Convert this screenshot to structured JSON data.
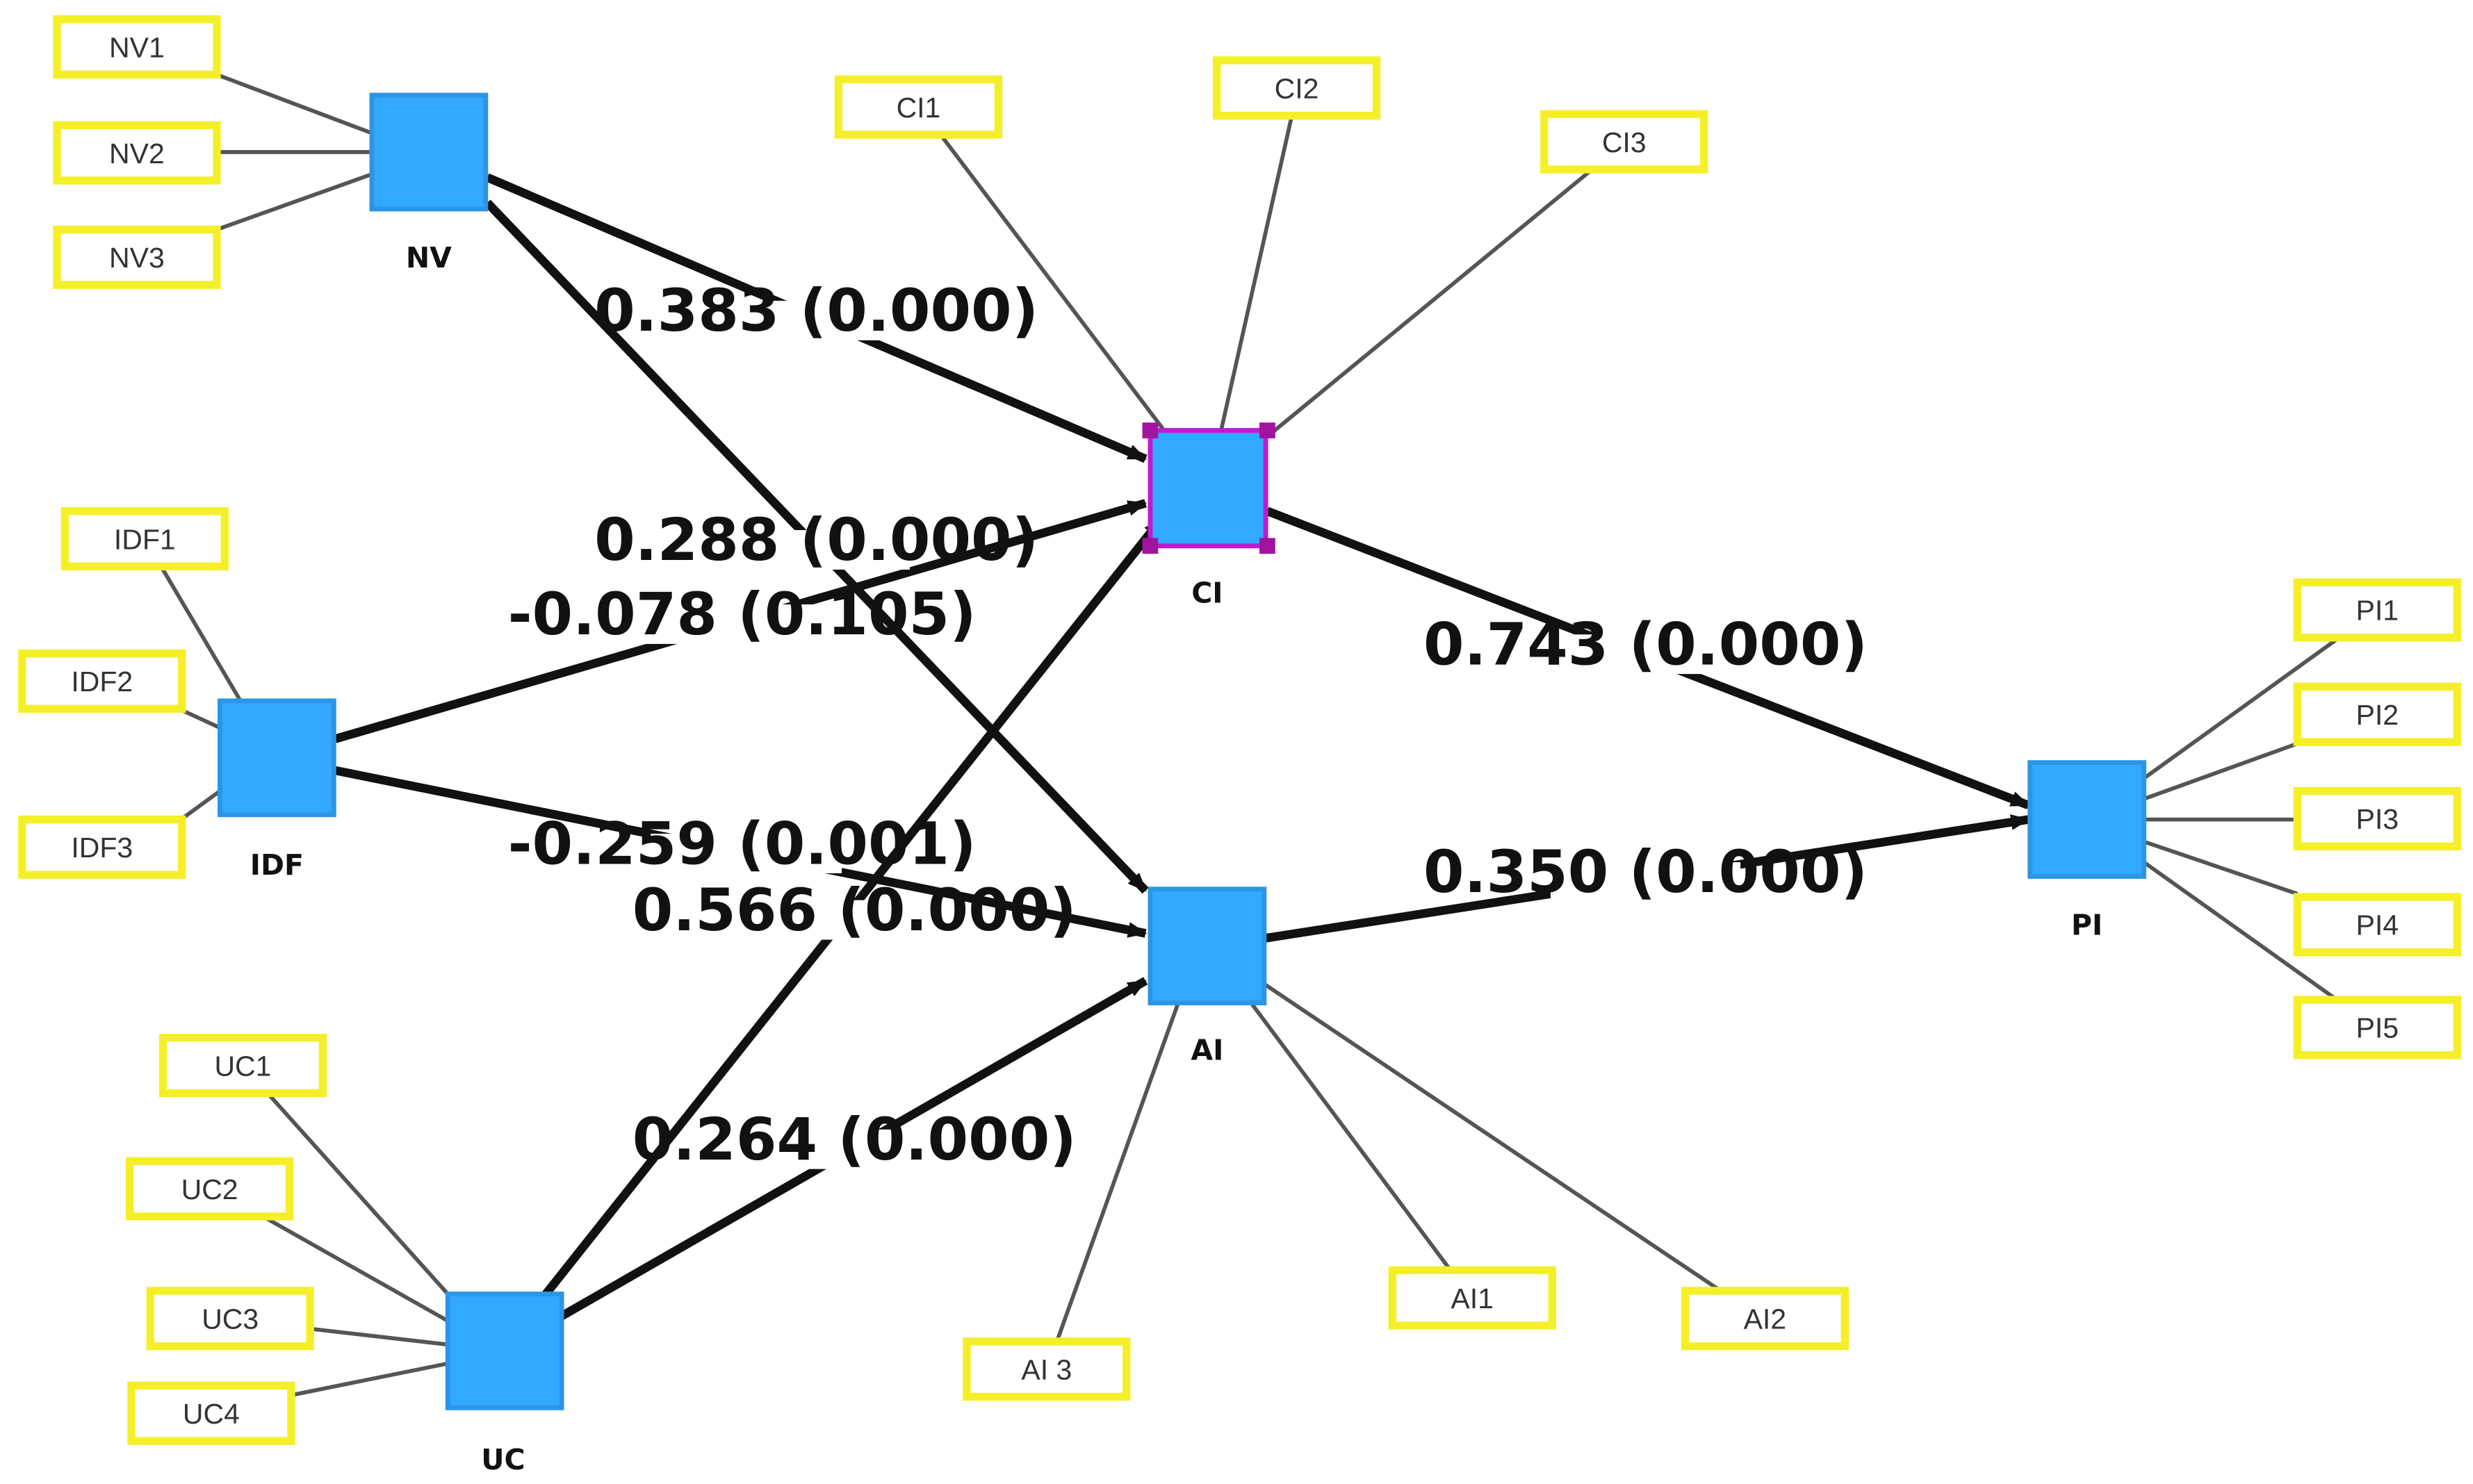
{
  "constructs": {
    "NV": "NV",
    "IDF": "IDF",
    "UC": "UC",
    "CI": "CI",
    "AI": "AI",
    "PI": "PI"
  },
  "indicators": {
    "NV1": "NV1",
    "NV2": "NV2",
    "NV3": "NV3",
    "IDF1": "IDF1",
    "IDF2": "IDF2",
    "IDF3": "IDF3",
    "UC1": "UC1",
    "UC2": "UC2",
    "UC3": "UC3",
    "UC4": "UC4",
    "CI1": "CI1",
    "CI2": "CI2",
    "CI3": "CI3",
    "AI1": "AI1",
    "AI2": "AI2",
    "AI3": "AI 3",
    "PI1": "PI1",
    "PI2": "PI2",
    "PI3": "PI3",
    "PI4": "PI4",
    "PI5": "PI5"
  },
  "paths": {
    "nv_ci": "0.383 (0.000)",
    "nv_ai": "0.288 (0.000)",
    "idf_ci": "-0.078 (0.105)",
    "idf_ai": "-0.259 (0.001)",
    "uc_ci": "0.566 (0.000)",
    "uc_ai": "0.264 (0.000)",
    "ci_pi": "0.743 (0.000)",
    "ai_pi": "0.350 (0.000)"
  },
  "colors": {
    "construct_fill": "#33a8ff",
    "indicator_border": "#f5ef2a",
    "selection_handle": "#a0149f"
  }
}
